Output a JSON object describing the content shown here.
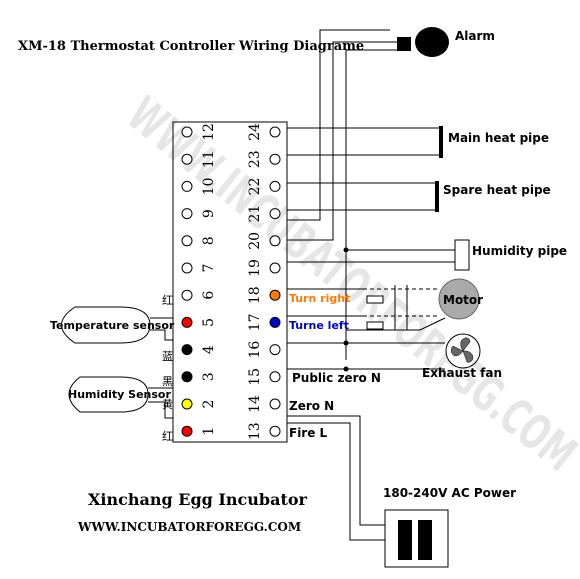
{
  "title": "XM-18 Thermostat Controller Wiring Diagrame",
  "watermark": "WWW.INCUBATORFOREGG.COM",
  "left_terminals": [
    "12",
    "11",
    "10",
    "9",
    "8",
    "7",
    "6",
    "5",
    "4",
    "3",
    "2",
    "1"
  ],
  "right_terminals": [
    "24",
    "23",
    "22",
    "21",
    "20",
    "19",
    "18",
    "17",
    "16",
    "15",
    "14",
    "13"
  ],
  "components": {
    "alarm": "Alarm",
    "main_heat": "Main heat pipe",
    "spare_heat": "Spare heat pipe",
    "humidity_pipe": "Humidity pipe",
    "motor": "Motor",
    "exhaust_fan": "Exhaust fan",
    "temperature_sensor": "Temperature sensor",
    "humidity_sensor": "Humidity Sensor",
    "power": "180-240V AC  Power"
  },
  "terminal_labels": {
    "turn_right": "Turn right",
    "turn_left": "Turne left",
    "public_zero": "Public zero N",
    "zero": "Zero   N",
    "fire": "Fire   L"
  },
  "wire_colors_cn": {
    "red": "红",
    "black": "黑",
    "yellow": "黄",
    "blue_black": "蓝",
    "red2": "红"
  },
  "brand": {
    "name": "Xinchang Egg  Incubator",
    "url": "WWW.INCUBATORFOREGG.COM"
  },
  "colors": {
    "red": "#ff0000",
    "orange": "#ff7a00",
    "blue": "#0000cc",
    "yellow": "#ffff00",
    "black": "#000000"
  }
}
